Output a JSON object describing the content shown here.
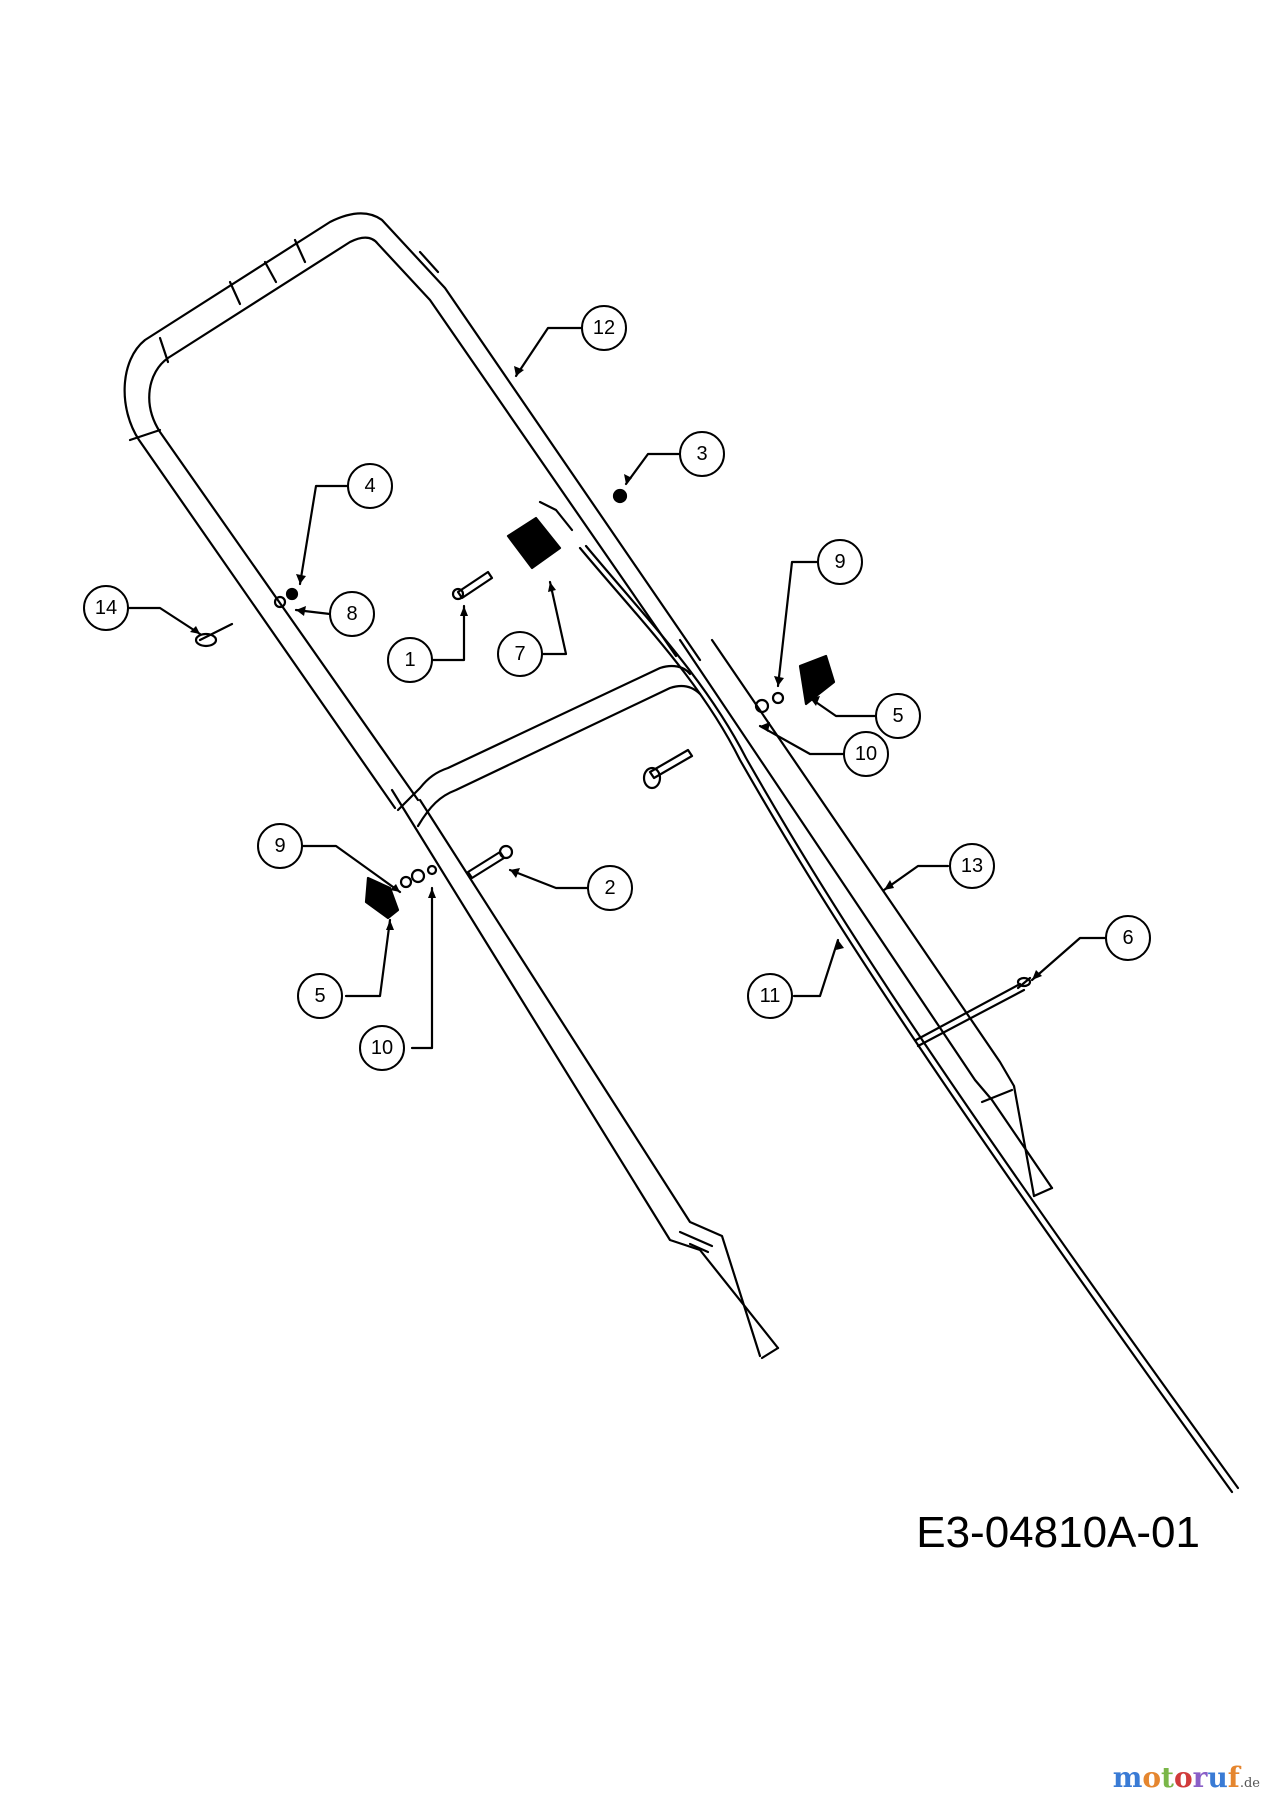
{
  "diagram": {
    "drawing_code": "E3-04810A-01",
    "watermark": {
      "brand": "motoruf",
      "suffix": ".de"
    },
    "callouts": [
      {
        "id": "c12",
        "label": "12"
      },
      {
        "id": "c3",
        "label": "3"
      },
      {
        "id": "c4",
        "label": "4"
      },
      {
        "id": "c8",
        "label": "8"
      },
      {
        "id": "c14",
        "label": "14"
      },
      {
        "id": "c1",
        "label": "1"
      },
      {
        "id": "c7",
        "label": "7"
      },
      {
        "id": "c9a",
        "label": "9"
      },
      {
        "id": "c5a",
        "label": "5"
      },
      {
        "id": "c10a",
        "label": "10"
      },
      {
        "id": "c9b",
        "label": "9"
      },
      {
        "id": "c2",
        "label": "2"
      },
      {
        "id": "c5b",
        "label": "5"
      },
      {
        "id": "c10b",
        "label": "10"
      },
      {
        "id": "c13",
        "label": "13"
      },
      {
        "id": "c6",
        "label": "6"
      },
      {
        "id": "c11",
        "label": "11"
      }
    ],
    "colors": {
      "line": "#000000",
      "background": "#ffffff"
    }
  }
}
